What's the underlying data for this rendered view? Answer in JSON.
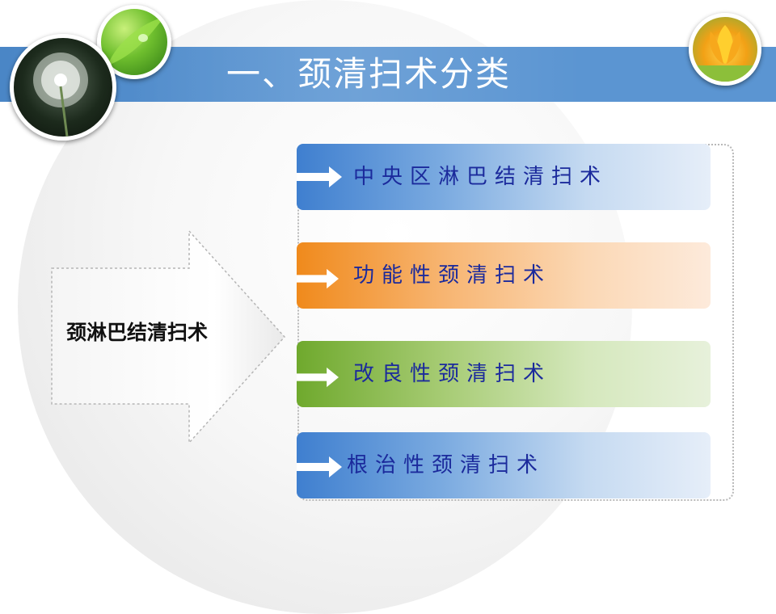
{
  "slide": {
    "title": "一、颈清扫术分类",
    "source_label": "颈淋巴结清扫术",
    "categories": [
      {
        "label": "中央区淋巴结清扫术",
        "color": "#4a86c6"
      },
      {
        "label": "功能性颈清扫术",
        "color": "#f08a1c"
      },
      {
        "label": "改良性颈清扫术",
        "color": "#6fa92d"
      },
      {
        "label": "根治性颈清扫术",
        "color": "#4a86c6"
      }
    ]
  },
  "decor": {
    "images": [
      "dandelion-photo",
      "green-leaf-photo",
      "yellow-tulip-photo"
    ]
  }
}
